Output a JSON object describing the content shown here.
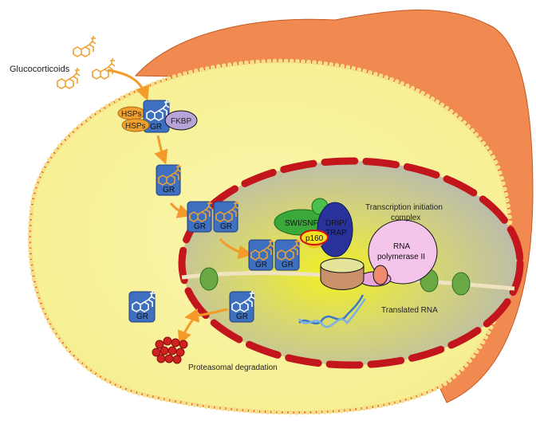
{
  "labels": {
    "glucocorticoids": "Glucocorticoids",
    "hsp_1": "HSPs",
    "hsp_2": "HSPs",
    "fkbp": "FKBP",
    "gr": "GR",
    "swi_snf": "SWI/SNF",
    "drip_line1": "DRIP/",
    "drip_line2": "TRAP",
    "p160": "p160",
    "rna_pol_line1": "RNA",
    "rna_pol_line2": "polymerase II",
    "tic_line1": "Transcription initiation",
    "tic_line2": "complex",
    "translated_rna": "Translated RNA",
    "proteasomal": "Proteasomal degradation"
  },
  "colors": {
    "cytoplasm": "#f7f1a0",
    "membrane": "#e8601c",
    "nucleus": "#bdbcb3",
    "nuclear_envelope": "#c3161c",
    "gr_box": "#3f6fbf",
    "steroid": "#f0a030",
    "arrow": "#f39a2b"
  }
}
